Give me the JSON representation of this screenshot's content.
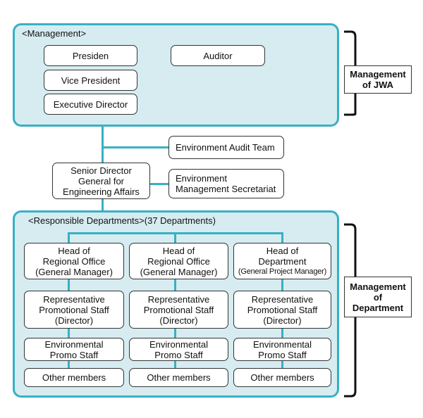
{
  "management": {
    "title": "<Management>",
    "president": "Presiden",
    "auditor": "Auditor",
    "vice_president": "Vice President",
    "executive_director": "Executive Director"
  },
  "middle": {
    "audit_team": "Environment Audit Team",
    "senior_director": [
      "Senior Director",
      "General for",
      "Engineering Affairs"
    ],
    "secretariat": [
      "Environment",
      "Management Secretariat"
    ]
  },
  "departments": {
    "title": "<Responsible Departments>(37 Departments)",
    "columns": [
      {
        "head": [
          "Head of",
          "Regional Office",
          "(General Manager)"
        ],
        "rep": [
          "Representative",
          "Promotional Staff",
          "(Director)"
        ],
        "promo": [
          "Environmental",
          "Promo Staff"
        ],
        "other": "Other members"
      },
      {
        "head": [
          "Head of",
          "Regional Office",
          "(General Manager)"
        ],
        "rep": [
          "Representative",
          "Promotional Staff",
          "(Director)"
        ],
        "promo": [
          "Environmental",
          "Promo Staff"
        ],
        "other": "Other members"
      },
      {
        "head": [
          "Head of",
          "Department",
          "(General Project Manager)"
        ],
        "rep": [
          "Representative",
          "Promotional Staff",
          "(Director)"
        ],
        "promo": [
          "Environmental",
          "Promo Staff"
        ],
        "other": "Other members"
      }
    ]
  },
  "side_labels": {
    "jwa": [
      "Management",
      "of  JWA"
    ],
    "department": [
      "Management",
      "of",
      "Department"
    ]
  },
  "colors": {
    "panel_fill": "#d6ecf1",
    "panel_border": "#38b0c4",
    "connector": "#38b0c4"
  }
}
